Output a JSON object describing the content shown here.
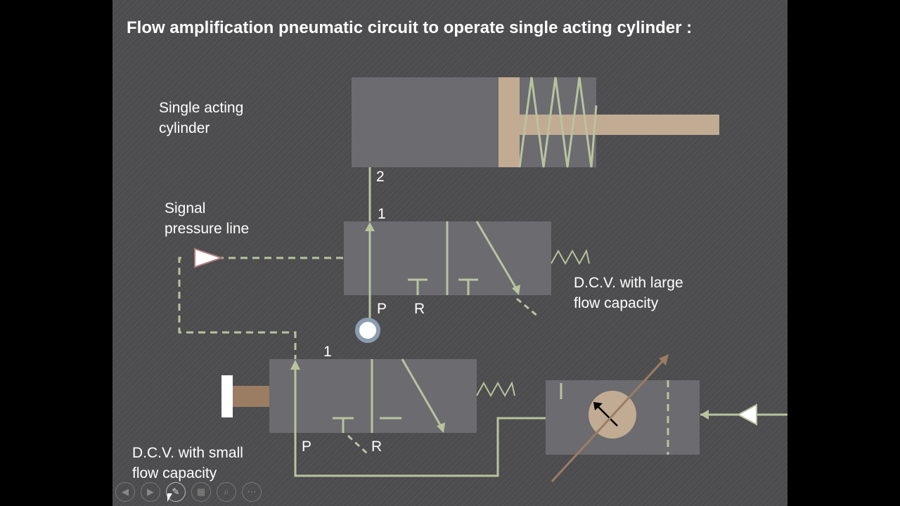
{
  "title": "Flow amplification pneumatic circuit to operate single acting cylinder :",
  "labels": {
    "cylinder": [
      "Single acting",
      "cylinder"
    ],
    "signal": [
      "Signal",
      "pressure line"
    ],
    "large_dcv": [
      "D.C.V. with large",
      "flow capacity"
    ],
    "small_dcv": [
      "D.C.V. with small",
      "flow capacity"
    ]
  },
  "ports": {
    "cyl_2": "2",
    "large_1": "1",
    "large_p": "P",
    "large_r": "R",
    "small_1": "1",
    "small_p": "P",
    "small_r": "R"
  },
  "colors": {
    "slide_bg": "#4d4d4f",
    "component_fill": "#6b6b70",
    "line": "#b9c39e",
    "piston": "#c1ab92",
    "arrow_brown": "#9b7d63",
    "text": "#ffffff"
  },
  "toolbar": {
    "buttons": [
      {
        "icon": "prev-icon",
        "glyph": "◀"
      },
      {
        "icon": "next-icon",
        "glyph": "▶"
      },
      {
        "icon": "pen-icon",
        "glyph": "✎"
      },
      {
        "icon": "slides-icon",
        "glyph": "▦"
      },
      {
        "icon": "zoom-icon",
        "glyph": "⌕"
      },
      {
        "icon": "more-icon",
        "glyph": "⋯"
      }
    ]
  }
}
